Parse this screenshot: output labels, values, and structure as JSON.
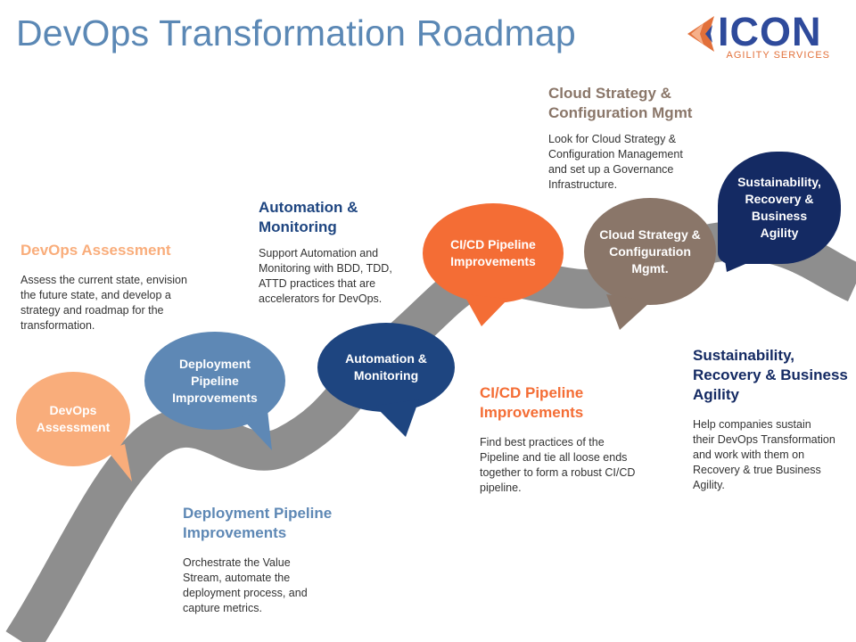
{
  "title": "DevOps Transformation Roadmap",
  "logo": {
    "word": "ICON",
    "subtitle": "AGILITY SERVICES",
    "icon": "chevron-arrows-icon"
  },
  "colors": {
    "assessment": "#f9ad7b",
    "deployment": "#5e88b5",
    "automation": "#1e4580",
    "cicd": "#f46d35",
    "cloud": "#8a7669",
    "sustainability": "#142a63",
    "road": "#8e8e8e"
  },
  "pins": {
    "assessment": "DevOps Assessment",
    "deployment": "Deployment Pipeline Improvements",
    "automation": "Automation & Monitoring",
    "cicd": "CI/CD Pipeline Improvements",
    "cloud": "Cloud Strategy & Configuration Mgmt.",
    "sustainability": "Sustainability, Recovery & Business Agility"
  },
  "sections": {
    "assessment": {
      "heading": "DevOps Assessment",
      "body": "Assess the current state, envision the future state, and develop a strategy and roadmap for the transformation."
    },
    "deployment": {
      "heading": "Deployment Pipeline Improvements",
      "body": "Orchestrate the Value Stream, automate the deployment process, and capture metrics."
    },
    "automation": {
      "heading": "Automation & Monitoring",
      "body": "Support Automation and Monitoring with BDD, TDD, ATTD practices that are accelerators for DevOps."
    },
    "cicd": {
      "heading": "CI/CD Pipeline Improvements",
      "body": "Find best practices of the Pipeline and tie all loose ends together to form a robust CI/CD pipeline."
    },
    "cloud": {
      "heading": "Cloud Strategy & Configuration Mgmt",
      "body": "Look for Cloud Strategy & Configuration Management and set up a Governance Infrastructure."
    },
    "sustainability": {
      "heading": "Sustainability, Recovery & Business Agility",
      "body": "Help companies sustain their DevOps Transformation and work with them on Recovery & true Business Agility."
    }
  }
}
